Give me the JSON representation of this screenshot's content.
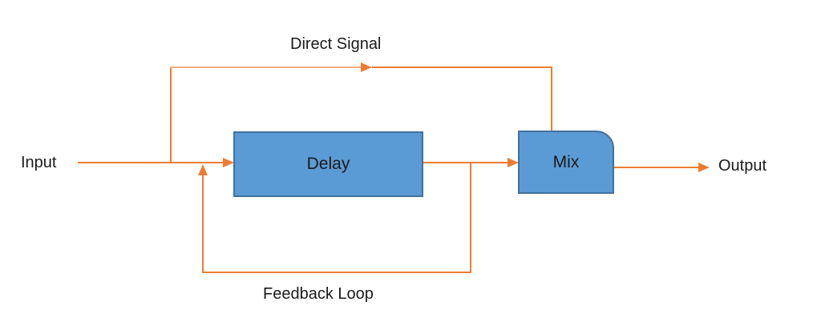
{
  "diagram": {
    "type": "signal-flow-block-diagram",
    "nodes": [
      {
        "id": "input",
        "label": "Input",
        "kind": "text-terminal"
      },
      {
        "id": "delay",
        "label": "Delay",
        "kind": "process-box"
      },
      {
        "id": "mix",
        "label": "Mix",
        "kind": "process-box"
      },
      {
        "id": "output",
        "label": "Output",
        "kind": "text-terminal"
      }
    ],
    "edge_labels": [
      {
        "id": "direct-signal",
        "label": "Direct Signal"
      },
      {
        "id": "feedback-loop",
        "label": "Feedback Loop"
      }
    ],
    "edges": [
      {
        "from": "input",
        "to": "delay",
        "label": ""
      },
      {
        "from": "input",
        "to": "mix",
        "label": "Direct Signal",
        "route": "over-top"
      },
      {
        "from": "delay",
        "to": "mix",
        "label": ""
      },
      {
        "from": "delay",
        "to": "input",
        "label": "Feedback Loop",
        "route": "under-bottom"
      },
      {
        "from": "mix",
        "to": "output",
        "label": ""
      }
    ],
    "colors": {
      "connector": "#ED7D31",
      "connector_light": "#F4B183",
      "node_fill": "#5B9BD5",
      "node_border": "#41719C",
      "label_text": "#1A1A1A",
      "background": "#FFFFFF"
    }
  }
}
